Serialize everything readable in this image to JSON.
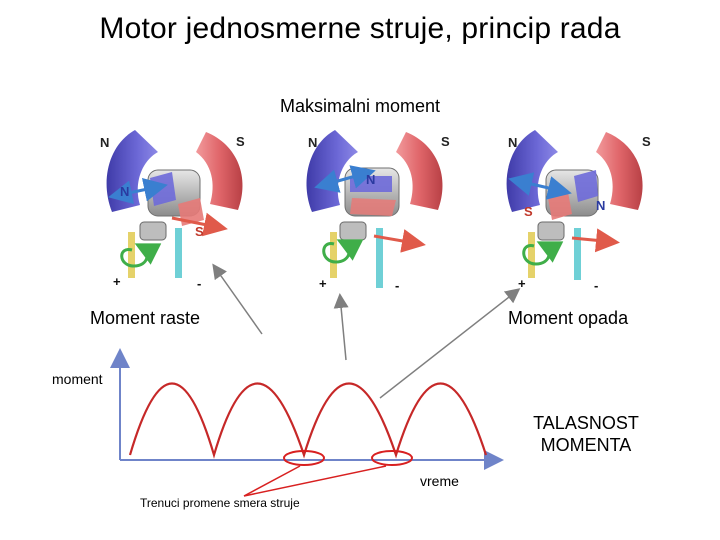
{
  "slide": {
    "title": "Motor jednosmerne struje, princip rada",
    "max_moment_label": "Maksimalni moment",
    "moment_raste_label": "Moment  raste",
    "moment_opada_label": "Moment  opada",
    "y_axis_label": "moment",
    "x_axis_label": "vreme",
    "ripple_label_line1": "TALASNOST",
    "ripple_label_line2": "MOMENTA",
    "current_change_label": "Trenuci promene smera struje"
  },
  "motors": [
    {
      "stator_left": "N",
      "stator_right": "S",
      "rotor_north": "N",
      "rotor_south": "S",
      "terminal_plus": "+",
      "terminal_minus": "-"
    },
    {
      "stator_left": "N",
      "stator_right": "S",
      "rotor_north": "N",
      "rotor_south": "",
      "terminal_plus": "+",
      "terminal_minus": "-"
    },
    {
      "stator_left": "N",
      "stator_right": "S",
      "rotor_north": "N",
      "rotor_south": "S",
      "terminal_plus": "+",
      "terminal_minus": "-"
    }
  ],
  "colors": {
    "north_pole": "#5a56c8",
    "south_pole": "#e0666a",
    "torque_curve": "#c62828",
    "axis": "#6f84c9",
    "pointer": "#7f7f7f",
    "rotor_arrow": "#3a7fd0",
    "force_arrow": "#e05a4a",
    "rotation_arrow": "#3fae49"
  }
}
